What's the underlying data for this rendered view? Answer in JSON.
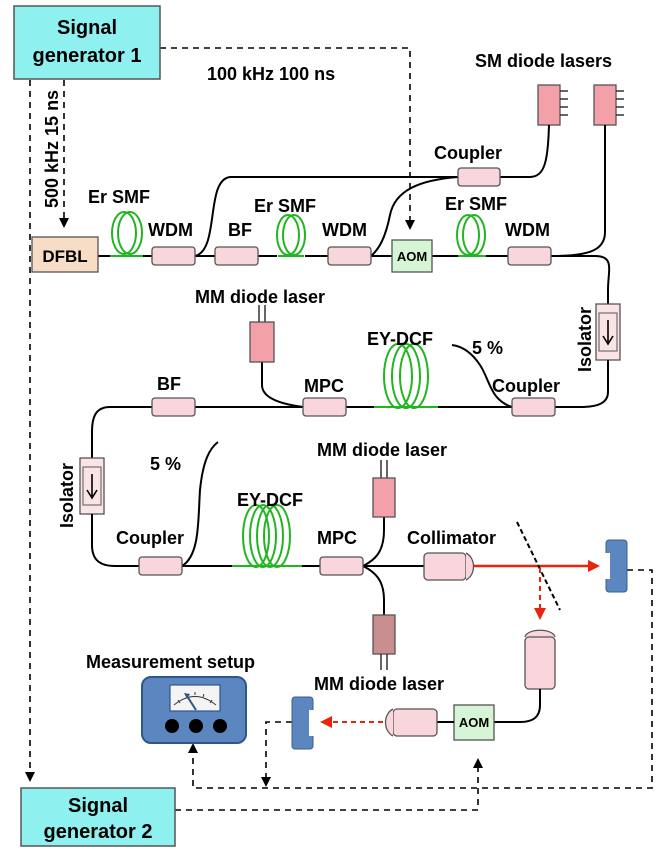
{
  "labels": {
    "signal_generator_1": "Signal generator 1",
    "signal_generator_2": "Signal generator 2",
    "sg1_top": "Signal",
    "sg1_bottom": "generator 1",
    "sg2_top": "Signal",
    "sg2_bottom": "generator 2",
    "pulse_100": "100 kHz 100 ns",
    "pulse_500": "500 kHz 15 ns",
    "sm_diode_lasers": "SM diode lasers",
    "coupler": "Coupler",
    "er_smf": "Er SMF",
    "wdm": "WDM",
    "bf": "BF",
    "dfbl": "DFBL",
    "aom": "AOM",
    "mm_diode_laser": "MM diode laser",
    "ey_dcf": "EY-DCF",
    "five_percent": "5 %",
    "isolator": "Isolator",
    "mpc": "MPC",
    "collimator": "Collimator",
    "measurement_setup": "Measurement setup"
  },
  "colors": {
    "signal_generator": "#8ff0f0",
    "component_pink": "#f9d6dc",
    "laser_pink": "#f4a0a8",
    "aom_green": "#d6f5d6",
    "dfbl": "#f8ddc6",
    "active_fiber": "#22b522",
    "beam_red": "#e8250c",
    "detector_blue": "#5b86c0"
  }
}
